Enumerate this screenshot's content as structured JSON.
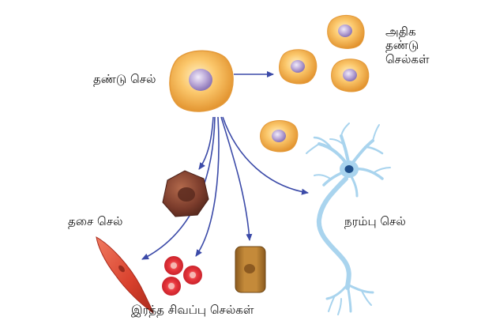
{
  "labels": {
    "stem_cell": "தண்டு செல்",
    "more_stem_cells": [
      "அதிக",
      "தண்டு",
      "செல்கள்"
    ],
    "muscle_cell": "தசை செல்",
    "nerve_cell": "நரம்பு செல்",
    "red_blood_cells": "இரத்த சிவப்பு செல்கள்"
  },
  "colors": {
    "arrow": "#3b4aa8",
    "stem_cell_body": "#f2a94a",
    "stem_cell_nucleus": "#b9a6d6",
    "neuron": "#a9d4ee",
    "neuron_nucleus": "#1f4f8a",
    "muscle": "#d8402c",
    "rbc": "#e8373d",
    "brown_cell": "#7a3b2b",
    "tan_cell": "#b57a2e"
  },
  "icons": [
    "stem-cell",
    "neuron",
    "muscle-cell",
    "red-blood-cell",
    "macrophage-cell",
    "tan-cell"
  ]
}
